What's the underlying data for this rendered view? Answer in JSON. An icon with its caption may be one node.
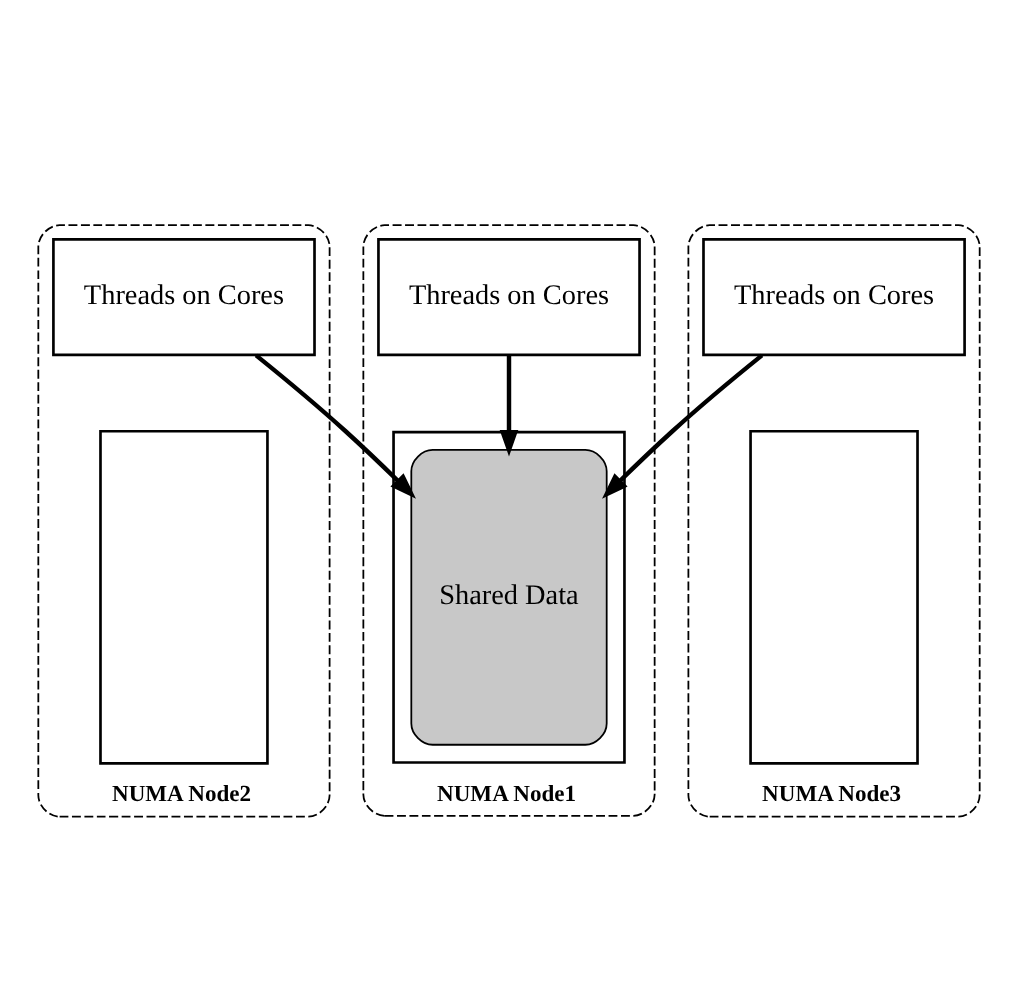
{
  "diagram": {
    "nodes": [
      {
        "text": [
          "NUMA Node1"
        ]
      },
      {
        "text": [
          "Threads on Cores"
        ],
        "in": 0
      },
      {
        "text": [],
        "shape": "box",
        "in": 0
      },
      {
        "text": [
          "Shared Data"
        ],
        "in": 2
      },
      {
        "text": [
          "NUMA Node2"
        ]
      },
      {
        "text": [
          "Threads on Cores"
        ],
        "in": 4
      },
      {
        "text": [],
        "shape": "box",
        "in": 4
      },
      {
        "text": [
          "NUMA Node3"
        ]
      },
      {
        "text": [
          "Threads on Cores"
        ],
        "in": 7
      },
      {
        "text": [],
        "shape": "box",
        "in": 7
      }
    ],
    "edges": [
      {
        "from": 1,
        "to": 3,
        "arrow": "to"
      },
      {
        "from": 5,
        "to": 3,
        "arrow": "to"
      },
      {
        "from": 8,
        "to": 3,
        "arrow": "to"
      }
    ]
  }
}
